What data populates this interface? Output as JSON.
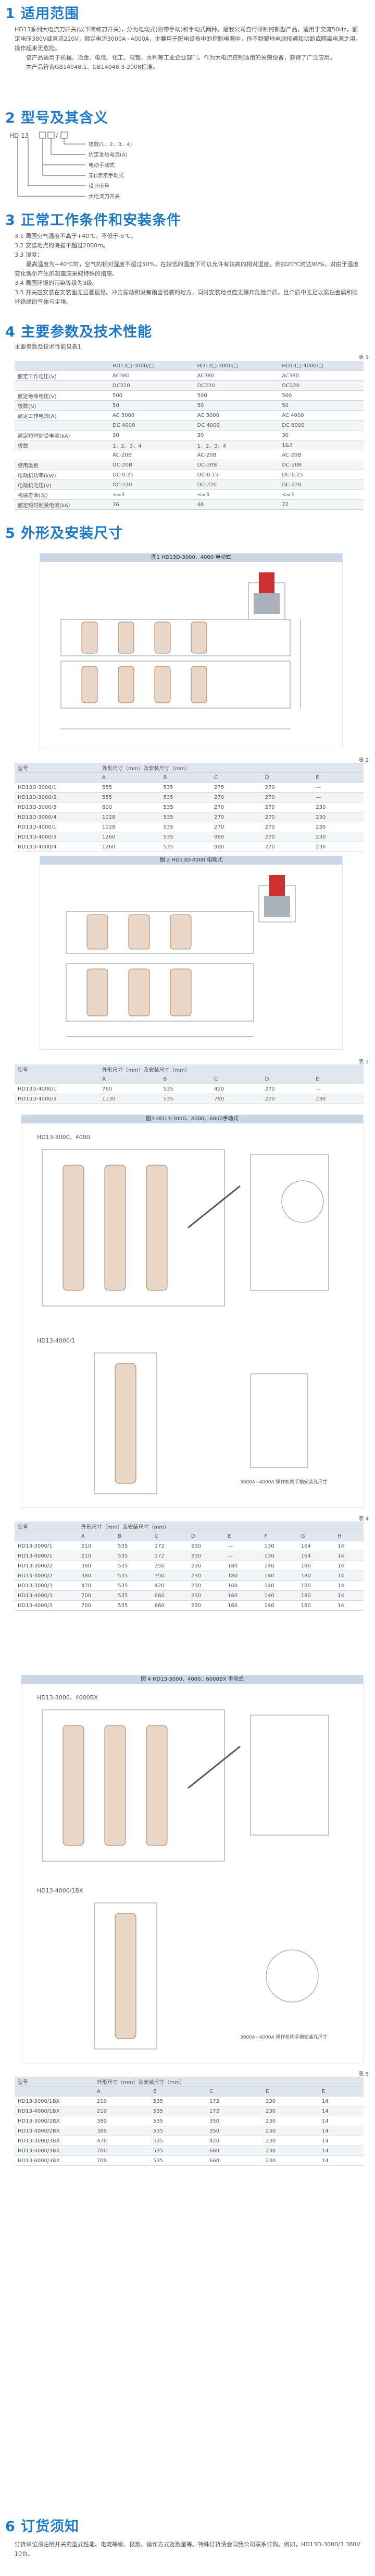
{
  "s1": {
    "heading": "1 适用范围",
    "p1": "HD13系列大电流刀开关(以下简称刀开关)，分为电动式(附带手动)和手动式两种。是我公司自行研制的新型产品，适用于交流50Hz，额定电压380V或直流220V，额定电流3000A~4000A，主要用于配电设备中的控制电源中，作不频繁地电动接通和切断或隔离电源之用，操作起来无危险。",
    "p2": "该产品适用于机械、冶金、电信、化工、电镀、水利等工业企业部门。作为大电流控制适用的关键设备，获得了广泛应用。",
    "p3": "本产品符合GB14048.1、GB14048.3-2008标准。"
  },
  "s2": {
    "heading": "2 型号及其含义",
    "model": "HD 13",
    "legend": [
      "极数(1、2、3、4)",
      "约定发热电流(A)",
      "电动手动式",
      "无D表示手动式",
      "设计序号",
      "大电流刀开关"
    ]
  },
  "s3": {
    "heading": "3 正常工作条件和安装条件",
    "items": [
      "3.1 周围空气温度不高于+40℃，不低于-5℃。",
      "3.2 安装地点的海拔不超过2000m。",
      "3.3 湿度：",
      "    最高温度为+40℃时，空气的相对湿度不超过50%，在较低的温度下可以允许有较高的相对湿度，例如20℃时达90%，对由于温度变化偶尔产生的凝露应采取特殊的措施。",
      "3.4 周围环境的污染等级为3级。",
      "3.5 开关应安装在安装面无显著摇晃、冲击振动和没有雨雪侵袭的地方，同时安装地点应无爆炸危险介质，且介质中无足以腐蚀金属和破坏绝缘的气体与尘埃。"
    ]
  },
  "s4": {
    "heading": "4 主要参数及技术性能",
    "sub": "主要参数及技术性能见表1",
    "tab1_no": "表 1",
    "tab1_head": [
      "",
      "HD13□-3000/□",
      "HD13□-3000/□",
      "HD13□-4000/□"
    ],
    "tab1_rows": [
      [
        "额定工作电压(V)",
        "AC380",
        "AC380",
        "AC380"
      ],
      [
        "",
        "DC220",
        "DC220",
        "DC220"
      ],
      [
        "额定绝缘电压(V)",
        "500",
        "500",
        "500"
      ],
      [
        "极数(N)",
        "50",
        "50",
        "50"
      ],
      [
        "额定工作电流(A)",
        "AC 3000",
        "AC 3000",
        "AC 4000"
      ],
      [
        "",
        "DC 4000",
        "DC 4000",
        "DC 6000"
      ],
      [
        "额定短时耐受电流(kA)",
        "30",
        "30",
        "30"
      ],
      [
        "极数",
        "1、2、3、4",
        "1、2、3、4",
        "1&3"
      ],
      [
        "",
        "AC-20B",
        "AC-20B",
        "AC-20B"
      ],
      [
        "使用类别",
        "DC-20B",
        "DC-20B",
        "DC-20B"
      ],
      [
        "电动机功率(kW)",
        "DC-0.25",
        "DC-0.15",
        "DC-0.25"
      ],
      [
        "电动机电压(V)",
        "DC-220",
        "DC-220",
        "DC-220"
      ],
      [
        "机械寿命(次)",
        "<=3",
        "<=3",
        "<=3"
      ],
      [
        "额定短时耐受电流(kA)",
        "36",
        "46",
        "72"
      ]
    ]
  },
  "s5": {
    "heading": "5 外形及安装尺寸",
    "fig1": "图1 HD13D-3000、4000 电动式",
    "tab2_no": "表 2",
    "tab2_head": [
      "型号",
      "外形尺寸（mm）及安装尺寸（mm）",
      "",
      "",
      "",
      ""
    ],
    "tab2_sub": [
      "",
      "A",
      "B",
      "C",
      "D",
      "E"
    ],
    "tab2_rows": [
      [
        "HD13D-3000/1",
        "555",
        "535",
        "275",
        "270",
        "—"
      ],
      [
        "HD13D-3000/2",
        "555",
        "535",
        "270",
        "270",
        "—"
      ],
      [
        "HD13D-3000/3",
        "800",
        "535",
        "270",
        "270",
        "230"
      ],
      [
        "HD13D-3000/4",
        "1028",
        "535",
        "270",
        "270",
        "230"
      ],
      [
        "HD13D-4000/1",
        "1028",
        "535",
        "270",
        "270",
        "230"
      ],
      [
        "HD13D-4000/3",
        "1260",
        "535",
        "980",
        "270",
        "230"
      ],
      [
        "HD13D-4000/4",
        "1260",
        "535",
        "980",
        "270",
        "230"
      ]
    ],
    "fig2": "图 2 HD13D-4000 电动式",
    "tab3_no": "表 3",
    "tab3_head": [
      "型号",
      "外形尺寸（mm）及安装尺寸（mm）",
      "",
      "",
      "",
      ""
    ],
    "tab3_sub": [
      "",
      "A",
      "B",
      "C",
      "D",
      "E"
    ],
    "tab3_rows": [
      [
        "HD13D-4000/1",
        "760",
        "535",
        "420",
        "270",
        "—"
      ],
      [
        "HD13D-4000/3",
        "1130",
        "535",
        "790",
        "270",
        "230"
      ]
    ],
    "fig3": "图3 HD13-3000、4000、6000手动式",
    "fig3_label1": "HD13-3000、4000",
    "fig3_label2": "HD13-4000/1",
    "fig3_note": "3000A~4000A 操作机构手柄安装孔尺寸",
    "tab4_no": "表 4",
    "tab4_head": [
      "型号",
      "外形尺寸（mm）及安装尺寸（mm）",
      "",
      "",
      "",
      "",
      "",
      "",
      ""
    ],
    "tab4_sub": [
      "",
      "A",
      "B",
      "C",
      "D",
      "E",
      "F",
      "G",
      "H"
    ],
    "tab4_rows": [
      [
        "HD13-3000/1",
        "210",
        "535",
        "172",
        "230",
        "—",
        "130",
        "164",
        "14"
      ],
      [
        "HD13-4000/1",
        "210",
        "535",
        "172",
        "230",
        "—",
        "130",
        "164",
        "14"
      ],
      [
        "HD13-3000/2",
        "380",
        "535",
        "350",
        "230",
        "180",
        "140",
        "180",
        "14"
      ],
      [
        "HD13-4000/2",
        "380",
        "535",
        "350",
        "230",
        "180",
        "140",
        "180",
        "14"
      ],
      [
        "HD13-3000/3",
        "470",
        "535",
        "420",
        "230",
        "160",
        "140",
        "180",
        "14"
      ],
      [
        "HD13-4000/3",
        "700",
        "535",
        "660",
        "230",
        "160",
        "140",
        "180",
        "14"
      ],
      [
        "HD13-4000/3",
        "700",
        "535",
        "660",
        "230",
        "160",
        "140",
        "180",
        "14"
      ]
    ],
    "fig4": "图 4 HD13-3000、4000、6000BX 手动式",
    "fig4_label1": "HD13-3000、4000BX",
    "fig4_label2": "HD13-4000/1BX",
    "fig4_note": "3000A~4000A 操作机构手柄安装孔尺寸",
    "tab5_no": "表 5",
    "tab5_head": [
      "型号",
      "外形尺寸（mm）及安装尺寸（mm）",
      "",
      "",
      "",
      ""
    ],
    "tab5_sub": [
      "",
      "A",
      "B",
      "C",
      "D",
      "E"
    ],
    "tab5_rows": [
      [
        "HD13-3000/1BX",
        "210",
        "535",
        "172",
        "230",
        "14"
      ],
      [
        "HD13-4000/1BX",
        "210",
        "535",
        "172",
        "230",
        "14"
      ],
      [
        "HD13-3000/2BX",
        "380",
        "535",
        "350",
        "230",
        "14"
      ],
      [
        "HD13-4000/2BX",
        "380",
        "535",
        "350",
        "230",
        "14"
      ],
      [
        "HD13-3000/3BX",
        "470",
        "535",
        "420",
        "230",
        "14"
      ],
      [
        "HD13-4000/3BX",
        "700",
        "535",
        "660",
        "230",
        "14"
      ],
      [
        "HD13-6000/3BX",
        "700",
        "535",
        "660",
        "230",
        "14"
      ]
    ]
  },
  "s6": {
    "heading": "6 订货须知",
    "p1": "订货单位须注明开关的型式性能、电流等级、极数、操作方式及数量等。特殊订货请会同我公司联系订购。例如，HD13D-3000/3 380V 10台。"
  },
  "colors": {
    "heading": "#1e78c8",
    "fig_header": "#cad6e3",
    "table_header": "#dfe6ee",
    "rule": "#cfd6de"
  }
}
